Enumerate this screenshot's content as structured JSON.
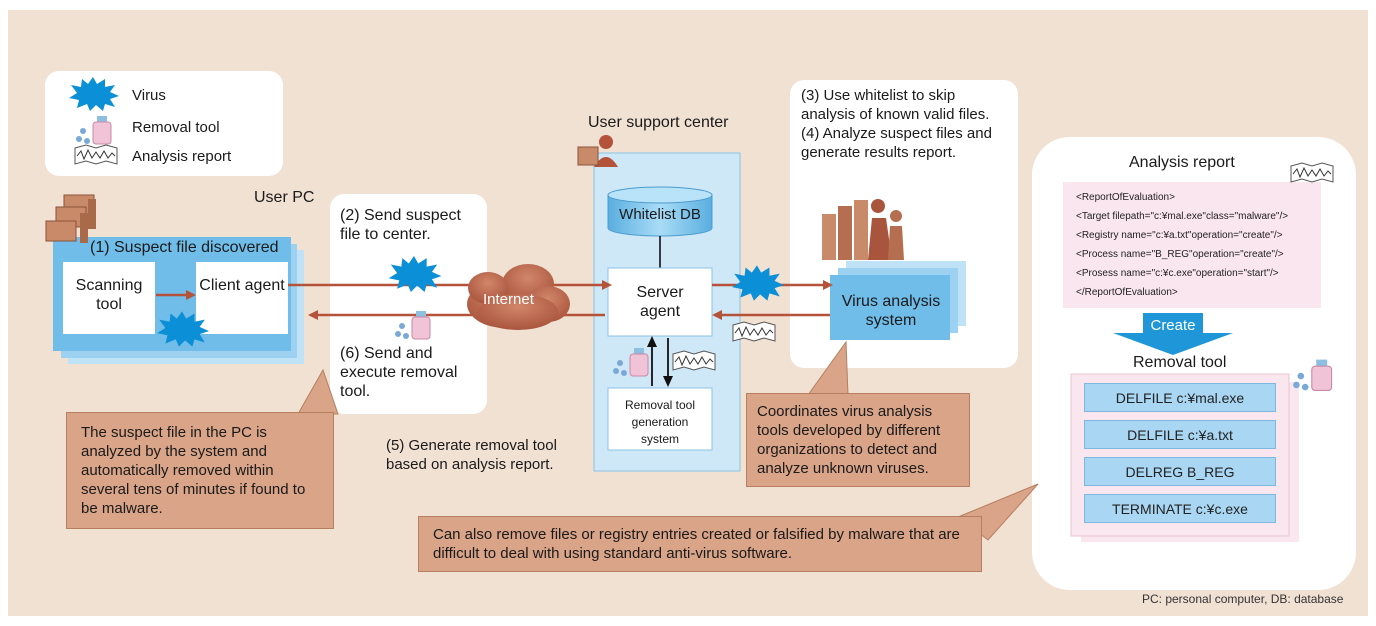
{
  "legend": {
    "virus": "Virus",
    "removal_tool": "Removal tool",
    "analysis_report": "Analysis report"
  },
  "user_pc": {
    "title": "User PC",
    "step1": "(1) Suspect file discovered",
    "scanning_tool": "Scanning tool",
    "client_agent": "Client agent"
  },
  "steps": {
    "step2": "(2) Send suspect file to center.",
    "step6": "(6) Send and execute removal tool.",
    "step5": "(5) Generate removal tool based on analysis report.",
    "step34": "(3) Use whitelist to skip analysis of known valid files.\n(4) Analyze suspect files and generate results report."
  },
  "center": {
    "title": "User support center",
    "whitelist_db": "Whitelist DB",
    "server_agent": "Server agent",
    "removal_gen": "Removal tool generation system"
  },
  "internet": "Internet",
  "vas": "Virus analysis system",
  "report_panel": {
    "title": "Analysis report",
    "xml_lines": [
      "<ReportOfEvaluation>",
      "<Target filepath=\"c:¥mal.exe\"class=\"malware\"/>",
      "<Registry name=\"c:¥a.txt\"operation=\"create\"/>",
      "<Process name=\"B_REG\"operation=\"create\"/>",
      "<Prosess name=\"c:¥c.exe\"operation=\"start\"/>",
      "</ReportOfEvaluation>"
    ],
    "create": "Create",
    "removal_title": "Removal tool",
    "commands": [
      "DELFILE c:¥mal.exe",
      "DELFILE c:¥a.txt",
      "DELREG B_REG",
      "TERMINATE c:¥c.exe"
    ]
  },
  "callouts": {
    "pc": "The suspect file in the PC is analyzed by the system and automatically removed within several tens of minutes if found to be malware.",
    "vas": "Coordinates virus analysis tools developed by different organizations to detect and analyze unknown viruses.",
    "registry": "Can also remove files or registry entries created or falsified by malware that are difficult to deal with using standard anti-virus software."
  },
  "footnote": "PC: personal computer, DB: database",
  "colors": {
    "background": "#f1e1d3",
    "virus": "#0b8fd6",
    "arrow": "#b5523a",
    "callout": "#d9a488",
    "report": "#fae6ef",
    "blue_box": "#6fbde8"
  }
}
